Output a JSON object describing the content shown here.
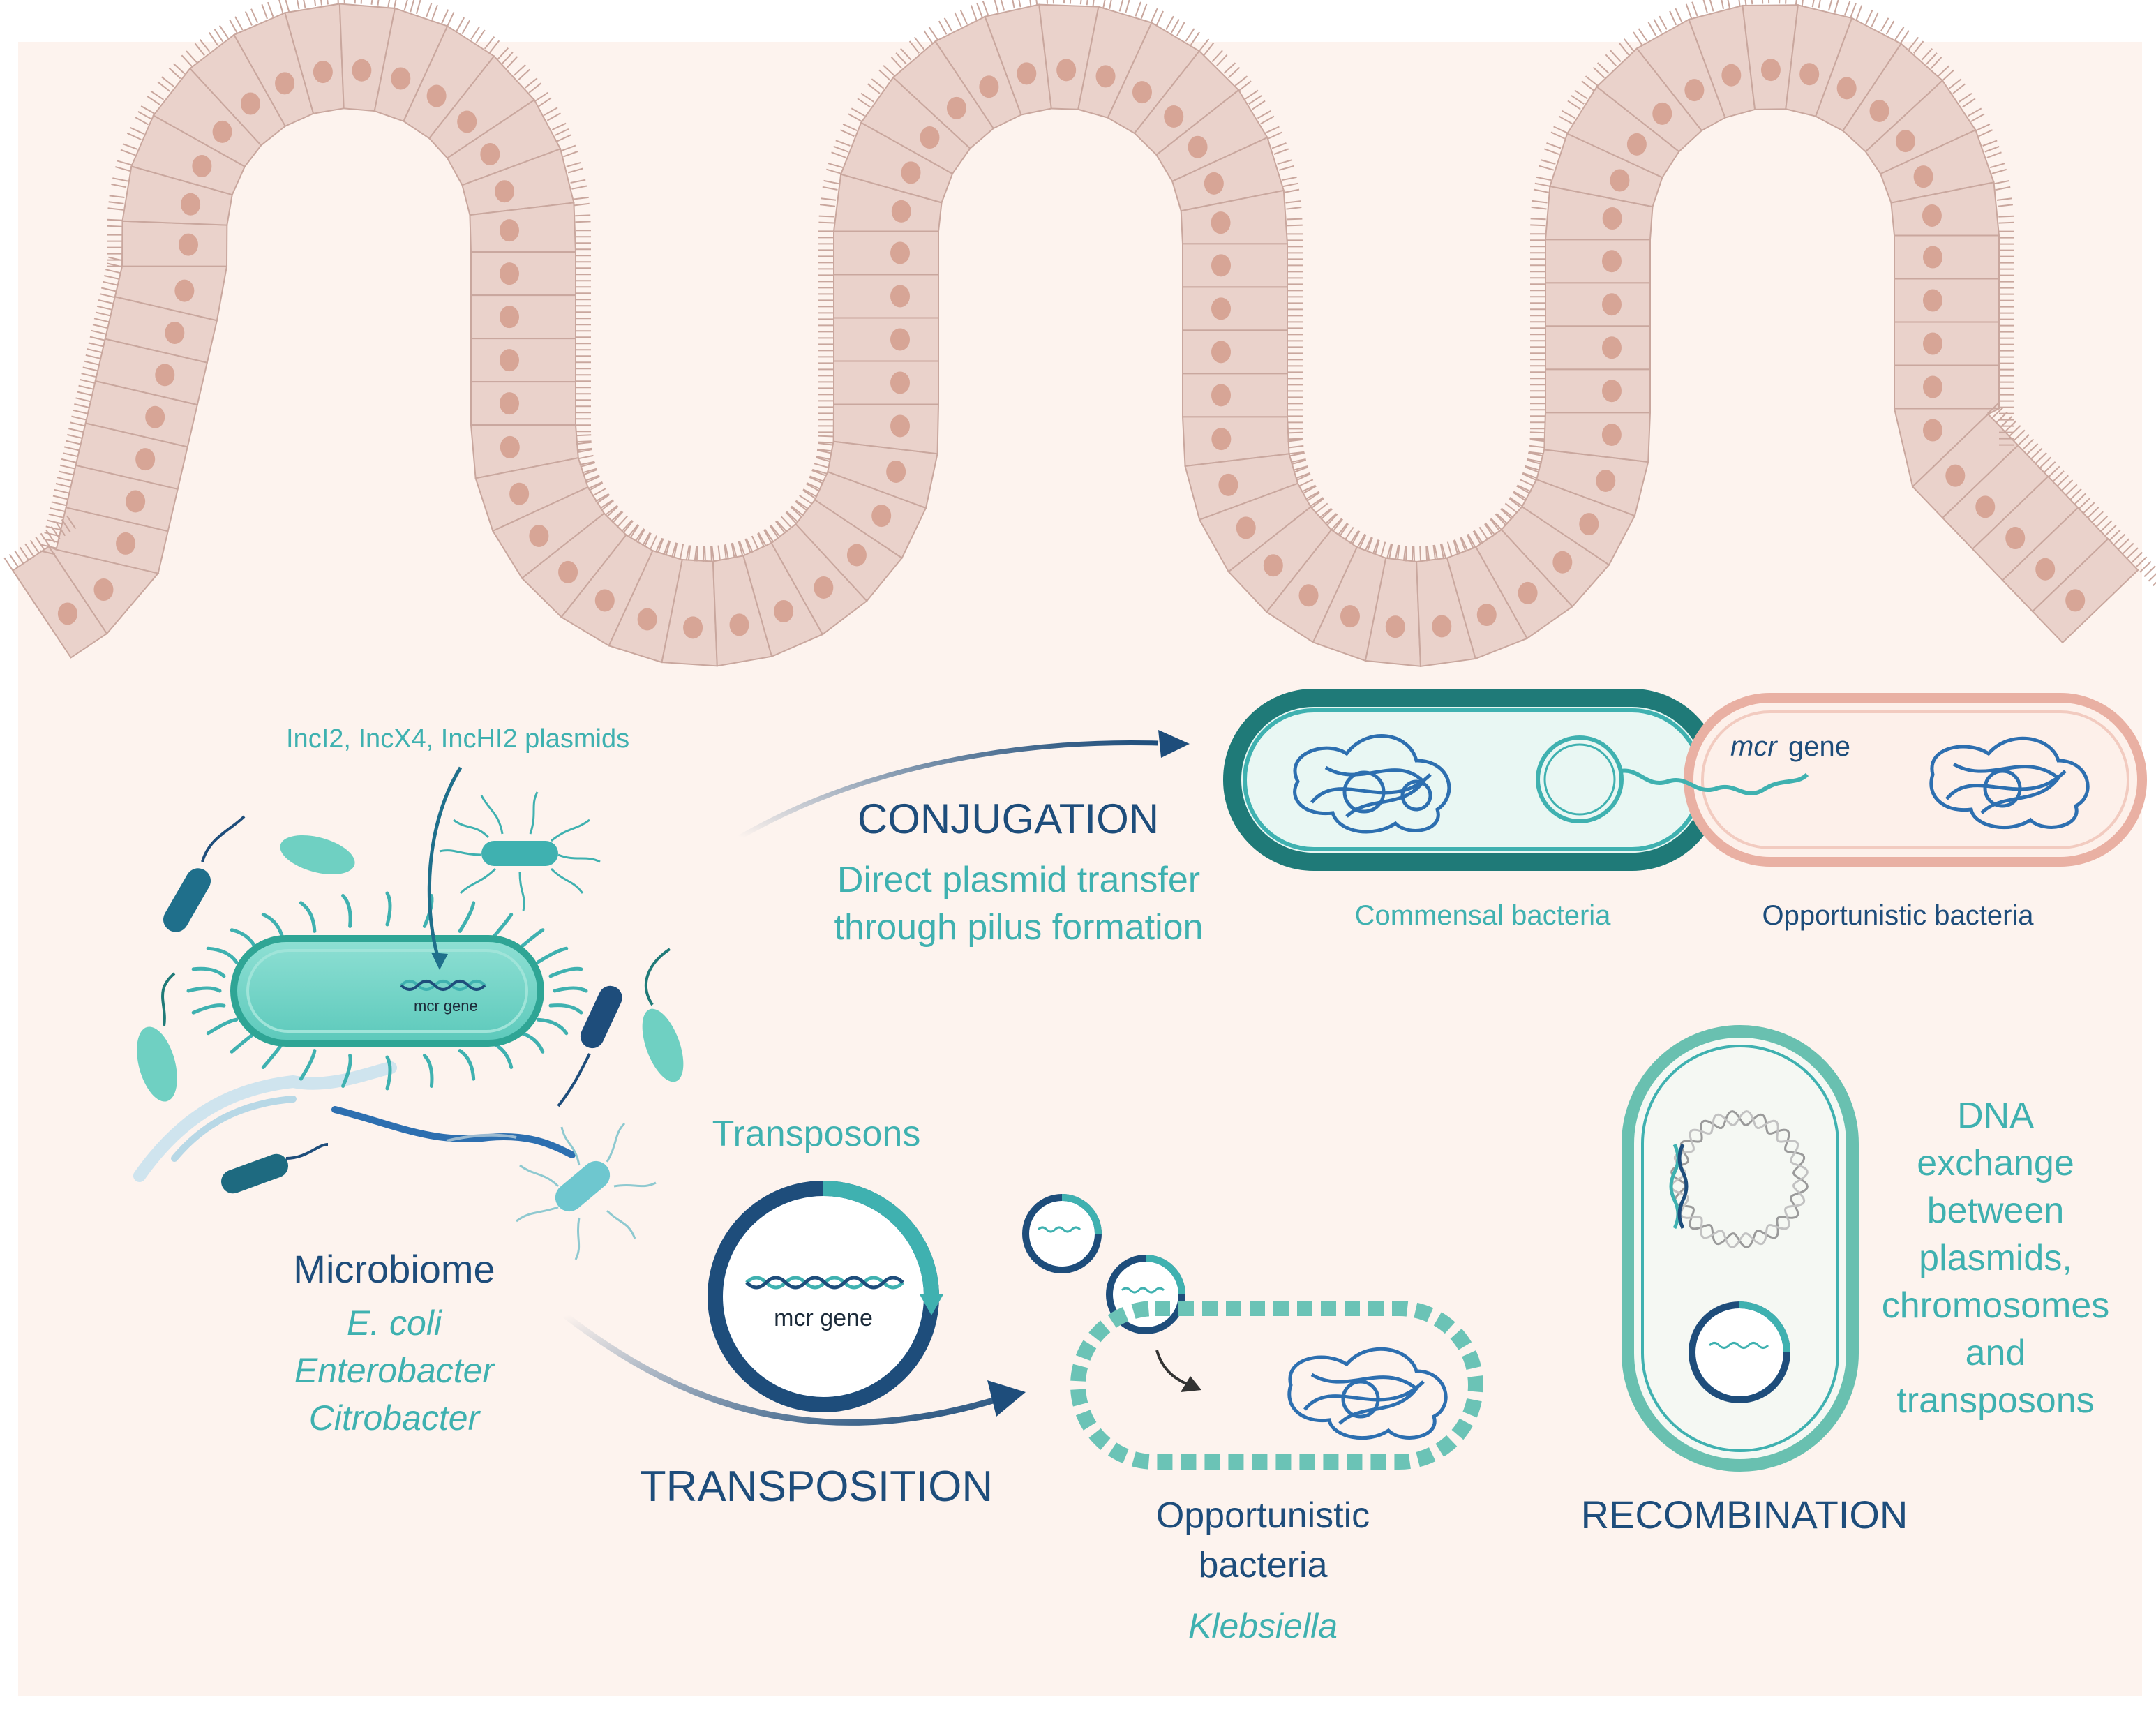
{
  "colors": {
    "background": "#fdf3ee",
    "epithelium_fill": "#ead2cb",
    "epithelium_stroke": "#c9a79e",
    "nucleus": "#d7a596",
    "teal": "#3fb1b0",
    "dark_teal": "#1f7a78",
    "navy": "#1e4d7b",
    "dna_blue": "#2d6fb0",
    "opportunistic_wall": "#e9b0a3",
    "opportunistic_fill": "#fdf0ea"
  },
  "labels": {
    "plasmids": "IncI2, IncX4, IncHI2 plasmids",
    "mcr_gene_small": "mcr gene",
    "microbiome_title": "Microbiome",
    "species": [
      "E. coli",
      "Enterobacter",
      "Citrobacter"
    ],
    "conjugation_title": "CONJUGATION",
    "conjugation_desc_1": "Direct plasmid transfer",
    "conjugation_desc_2": "through pilus formation",
    "conj_mcr_italic": "mcr",
    "conj_gene_word": "gene",
    "commensal": "Commensal bacteria",
    "opportunistic": "Opportunistic bacteria",
    "transposons": "Transposons",
    "transposon_gene": "mcr gene",
    "transposition_title": "TRANSPOSITION",
    "opp2_line1": "Opportunistic",
    "opp2_line2": "bacteria",
    "klebsiella": "Klebsiella",
    "recombination_title": "RECOMBINATION",
    "dna_exchange": [
      "DNA",
      "exchange",
      "between",
      "plasmids,",
      "chromosomes",
      "and",
      "transposons"
    ]
  }
}
